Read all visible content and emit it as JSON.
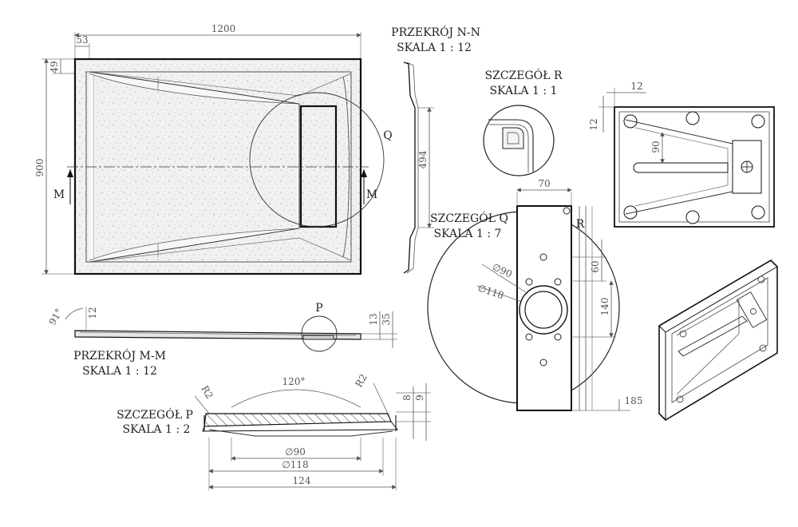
{
  "colors": {
    "line": "#1a1a1a",
    "dim": "#666666",
    "granite": "#ececec",
    "background": "#ffffff"
  },
  "top_view": {
    "width_dim": "1200",
    "offset_x_dim": "53",
    "height_dim": "900",
    "offset_y_dim": "49",
    "section_left": "M",
    "section_right": "M",
    "detail_label": "Q"
  },
  "section_nn": {
    "title": "PRZEKRÓJ N-N",
    "scale": "SKALA 1 : 12",
    "dim": "494"
  },
  "section_mm": {
    "title": "PRZEKRÓJ M-M",
    "scale": "SKALA 1 : 12",
    "angle": "91°",
    "thickness": "12",
    "dim_a": "13",
    "dim_b": "35",
    "detail_label": "P"
  },
  "detail_r": {
    "title": "SZCZEGÓŁ R",
    "scale": "SKALA 1 : 1"
  },
  "detail_q": {
    "title": "SZCZEGÓŁ Q",
    "scale": "SKALA 1 : 7",
    "width": "70",
    "corner_label": "R",
    "d_inner": "∅90",
    "d_outer": "∅118",
    "dim_60": "60",
    "dim_140": "140",
    "dim_185": "185"
  },
  "detail_p": {
    "title": "SZCZEGÓŁ P",
    "scale": "SKALA 1 : 2",
    "angle": "120°",
    "radius_left": "R2",
    "radius_right": "R2",
    "dim_8": "8",
    "dim_9": "9",
    "d_inner": "∅90",
    "d_outer": "∅118",
    "width": "124"
  },
  "back_view": {
    "dim_12_top": "12",
    "dim_12_side": "12",
    "dim_90": "90"
  }
}
